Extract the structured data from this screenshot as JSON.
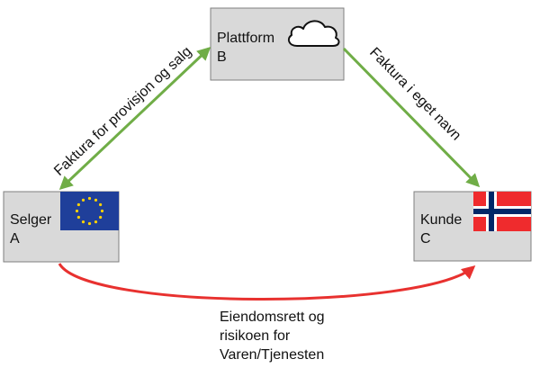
{
  "nodes": {
    "platform": {
      "name": "Plattform",
      "code": "B",
      "icon": "cloud-icon"
    },
    "seller": {
      "name": "Selger",
      "code": "A",
      "icon": "eu-flag-icon"
    },
    "customer": {
      "name": "Kunde",
      "code": "C",
      "icon": "norway-flag-icon"
    }
  },
  "edges": {
    "seller_platform": {
      "label": "Faktura for provisjon og salg"
    },
    "platform_customer": {
      "label": "Faktura i eget navn"
    },
    "seller_customer": {
      "label_lines": [
        "Eiendomsrett og",
        "risikoen for",
        "Varen/Tjenesten"
      ]
    }
  },
  "colors": {
    "box_fill": "#d9d9d9",
    "box_stroke": "#7f7f7f",
    "green_arrow": "#70ad47",
    "red_arrow": "#e8312f",
    "eu_blue": "#1f3f9a",
    "eu_star": "#ffd200",
    "no_red": "#ef2b2d",
    "no_blue": "#002868"
  }
}
